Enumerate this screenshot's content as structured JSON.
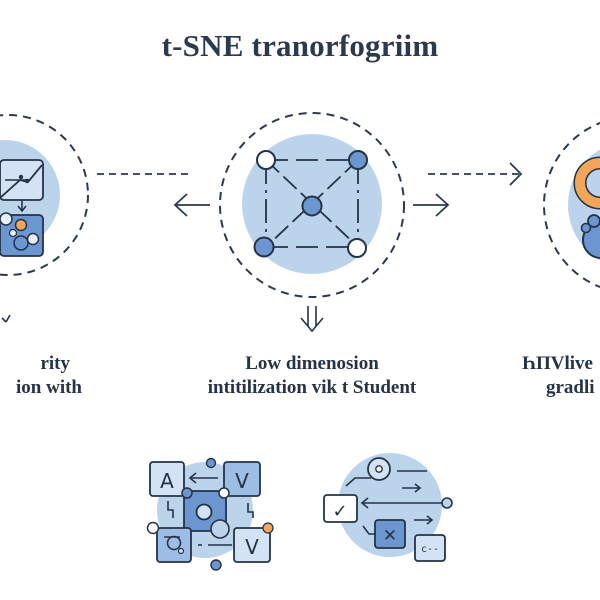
{
  "title": "t-SNE tranorfogriim",
  "colors": {
    "ink": "#253346",
    "halo": "#bcd3ec",
    "node_blue": "#6b96cf",
    "box_light": "#d3e3f5",
    "box_mid": "#9dbde4",
    "accent_orange": "#f2a65a"
  },
  "stages": [
    {
      "id": "similarity",
      "label_line1": "rity",
      "label_line2": "ion  with",
      "icon": "similarity-graph-icon"
    },
    {
      "id": "low-dim-init",
      "label_line1": "Low dimenosion",
      "label_line2": "intitilization vik t Student",
      "icon": "graph-nodes-icon"
    },
    {
      "id": "gradient",
      "label_line1": "ҺΠVlive",
      "label_line2": "gradli",
      "icon": "gradient-ring-icon"
    }
  ],
  "bottom_icons": [
    {
      "id": "matrix-transform",
      "letters": [
        "A",
        "V",
        "V"
      ]
    },
    {
      "id": "checklist-flow",
      "checkbox": "✓",
      "cross": "✕",
      "console": "c--"
    }
  ]
}
